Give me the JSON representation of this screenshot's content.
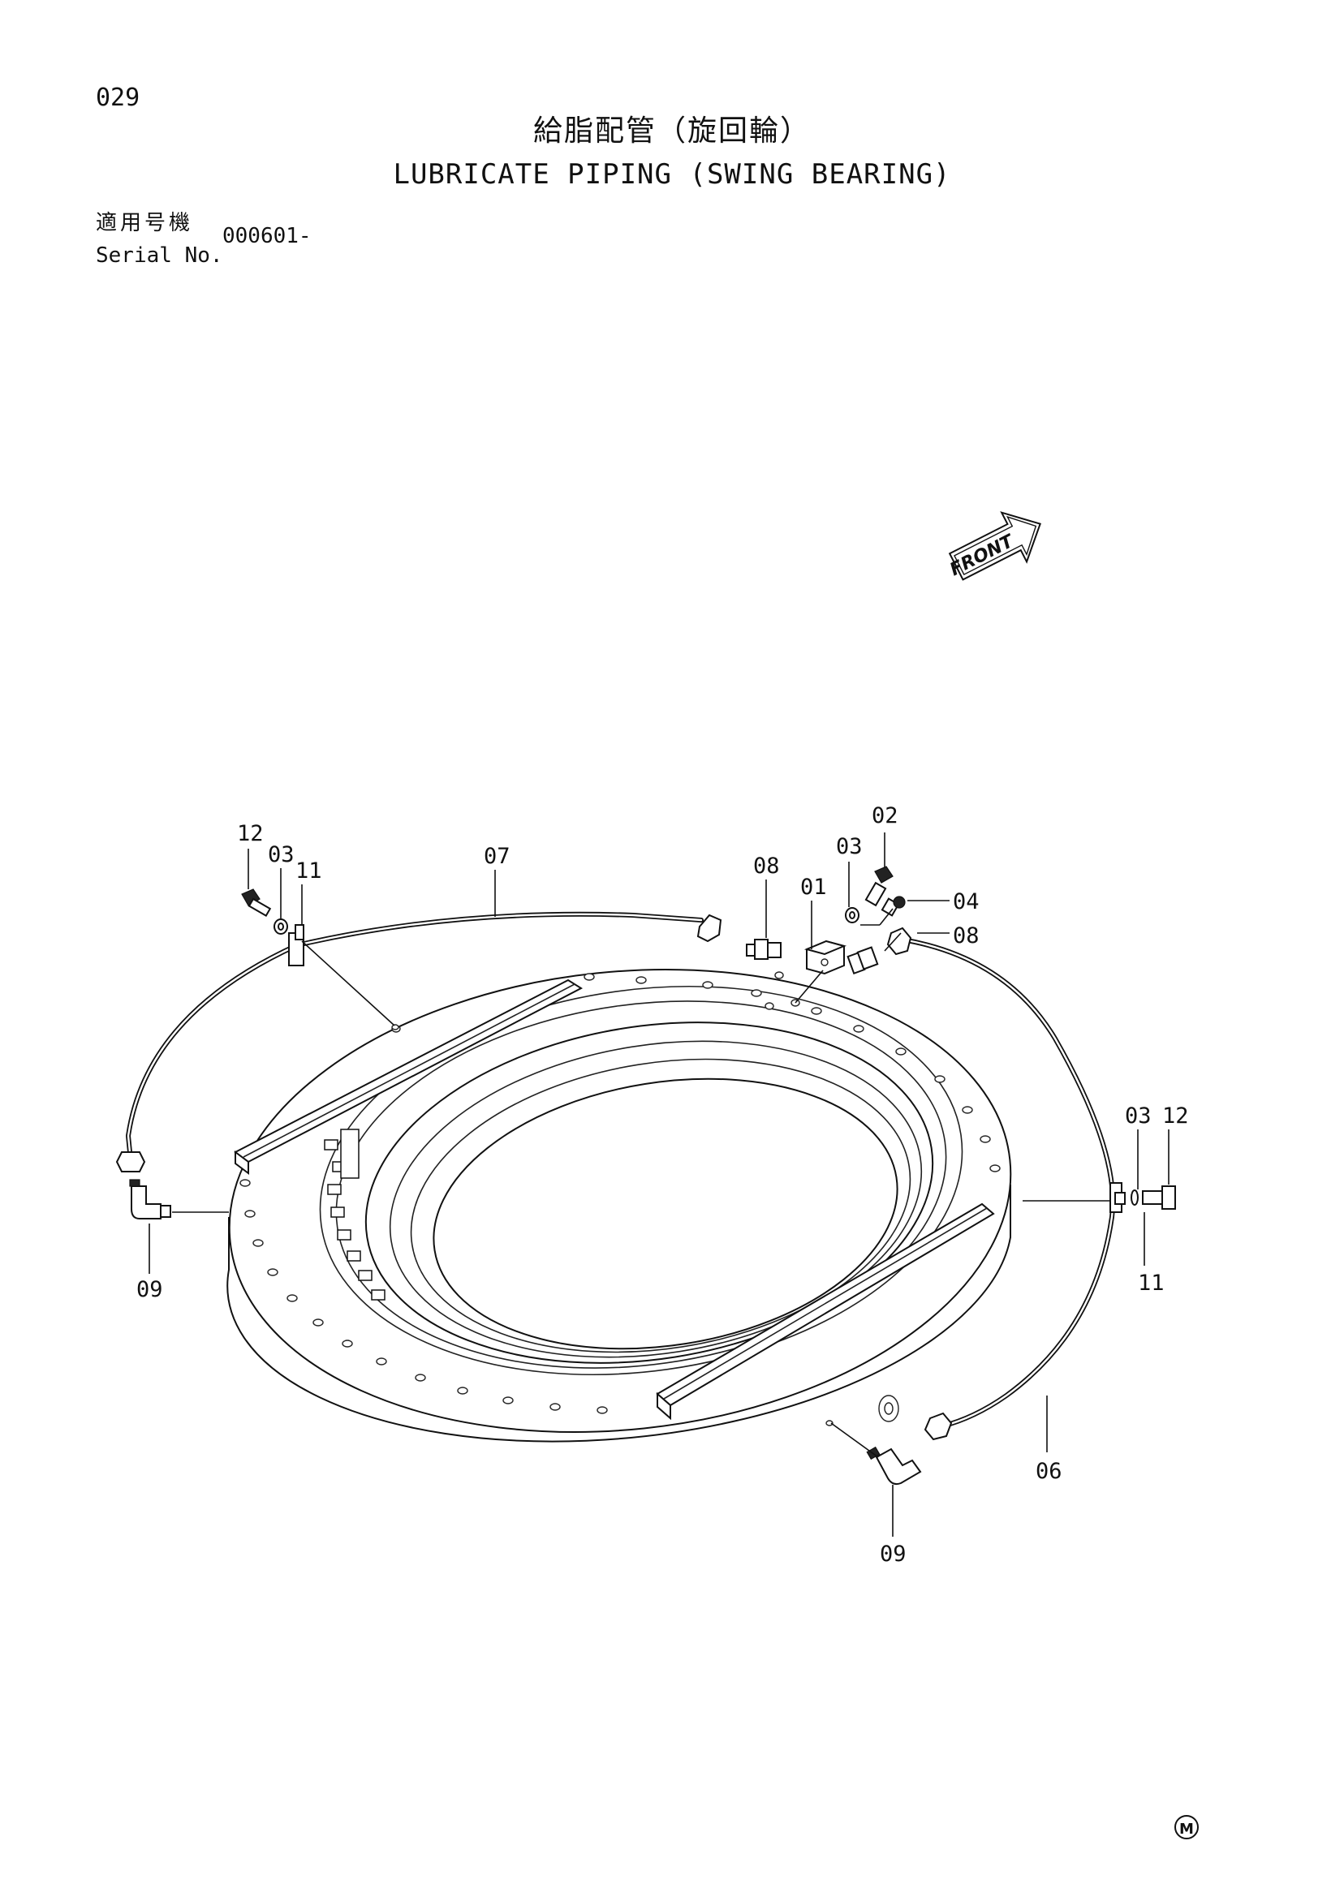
{
  "header": {
    "page_number": "029",
    "title_jp": "給脂配管（旋回輪）",
    "title_en": "LUBRICATE PIPING (SWING BEARING)",
    "serial_label_jp": "適用号機",
    "serial_label_en": "Serial No.",
    "serial_value": "000601-"
  },
  "front_indicator": "FRONT",
  "callouts": {
    "c01": "01",
    "c02": "02",
    "c03_top_left": "03",
    "c03_top_right": "03",
    "c03_right": "03",
    "c04": "04",
    "c06": "06",
    "c07": "07",
    "c08_top": "08",
    "c08_right": "08",
    "c09_left": "09",
    "c09_bottom": "09",
    "c11_left": "11",
    "c11_right": "11",
    "c12_left": "12",
    "c12_right": "12"
  },
  "footer_mark": "M"
}
